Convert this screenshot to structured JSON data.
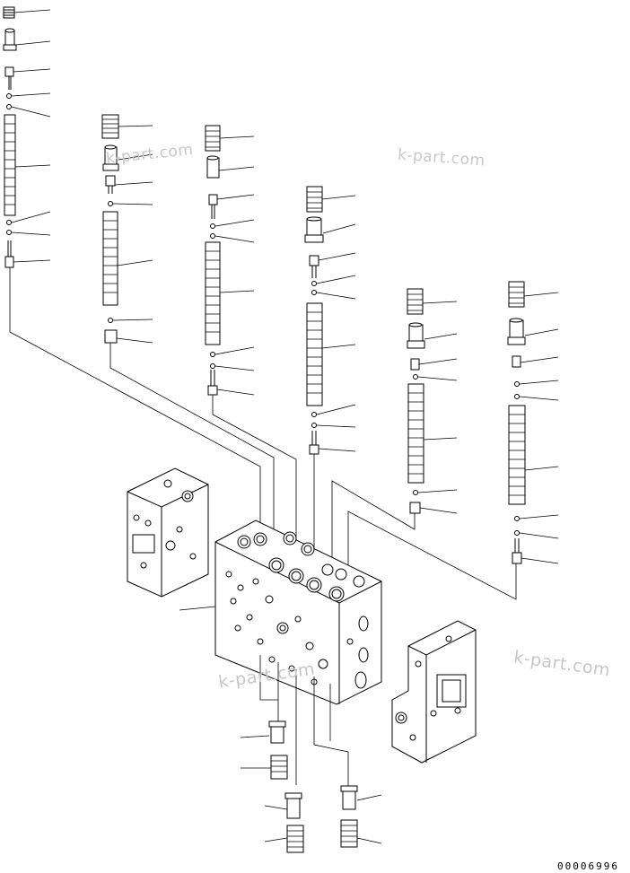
{
  "watermarks": [
    "k-part.com",
    "k-part.com",
    "k-part.com",
    "k-part.com"
  ],
  "document_number": "00006996",
  "icons": {
    "spring": "coil-spring-icon",
    "retainer": "spring-retainer-icon",
    "spool": "valve-spool-icon",
    "oring": "o-ring-icon",
    "plug": "plug-icon",
    "body": "control-valve-block-icon",
    "cover": "valve-cover-icon"
  }
}
